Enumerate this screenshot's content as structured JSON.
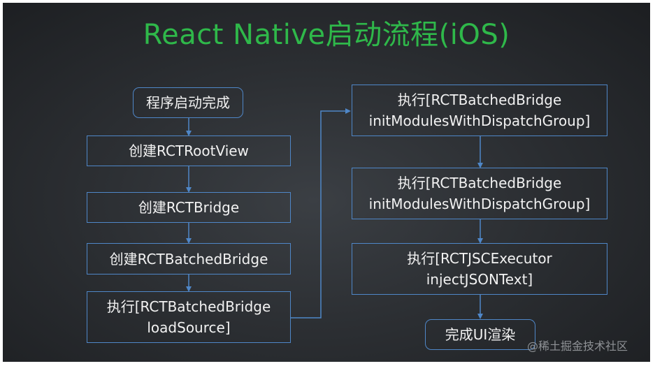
{
  "title": "React Native启动流程(iOS)",
  "nodes": {
    "start": [
      "程序启动完成"
    ],
    "create_root_view": [
      "创建RCTRootView"
    ],
    "create_bridge": [
      "创建RCTBridge"
    ],
    "create_batched_bridge": [
      "创建RCTBatchedBridge"
    ],
    "exec_load_source": [
      "执行[RCTBatchedBridge",
      "loadSource]"
    ],
    "exec_init_modules_1": [
      "执行[RCTBatchedBridge",
      "initModulesWithDispatchGroup]"
    ],
    "exec_init_modules_2": [
      "执行[RCTBatchedBridge",
      "initModulesWithDispatchGroup]"
    ],
    "exec_inject_json": [
      "执行[RCTJSCExecutor",
      "injectJSONText]"
    ],
    "finish_ui_render": [
      "完成UI渲染"
    ]
  },
  "watermark": "@稀土掘金技术社区",
  "colors": {
    "title": "#2fb84a",
    "border": "#4f87c8",
    "text": "#f2f2f2",
    "background": "#2c2f33"
  }
}
